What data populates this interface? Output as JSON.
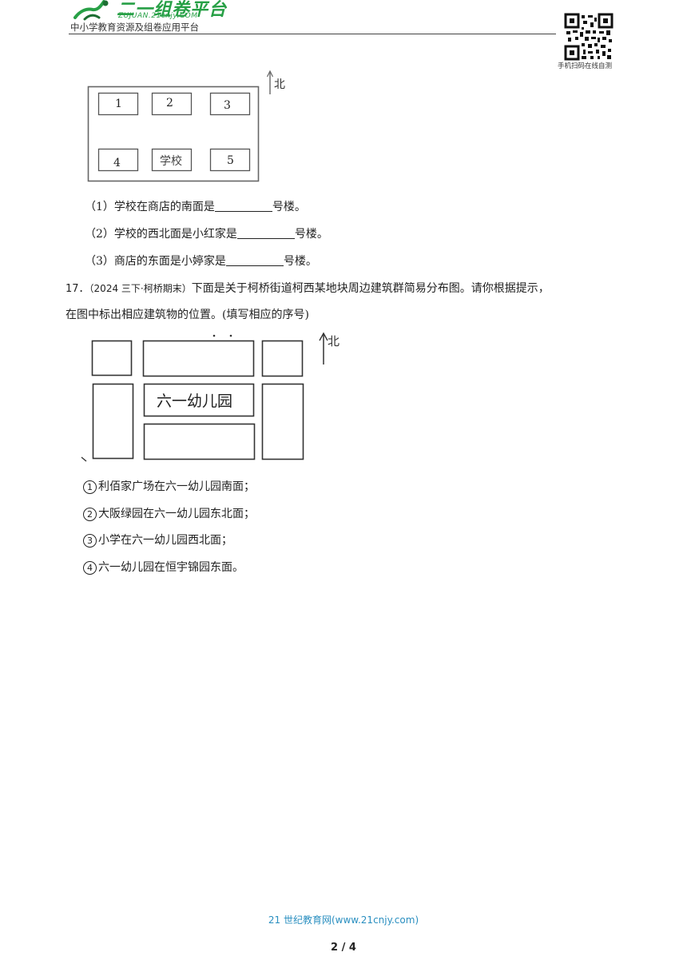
{
  "header": {
    "logo_title": "二一组卷平台",
    "logo_url": "ZUJUAN.21cnjy.COM",
    "tagline": "中小学教育资源及组卷应用平台",
    "qr_caption": "手机扫码在线自测",
    "qr_icon": "qr-code-icon"
  },
  "map1": {
    "north": "北",
    "boxes": [
      "1",
      "2",
      "3",
      "4",
      "学校",
      "5"
    ]
  },
  "q16": {
    "items": [
      {
        "before": "（1）学校在商店的南面是",
        "after": "号楼。"
      },
      {
        "before": "（2）学校的西北面是小红家是",
        "after": "号楼。"
      },
      {
        "before": "（3）商店的东面是小婷家是",
        "after": "号楼。"
      }
    ]
  },
  "q17": {
    "number": "17．",
    "source": "（2024 三下·柯桥期末）",
    "line1": "下面是关于柯桥街道柯西某地块周边建筑群简易分布图。请你根据提示，",
    "line2": "在图中标出相应建筑物的位置。(填写相应的序号)",
    "map": {
      "north": "北",
      "center_label": "六一幼儿园"
    },
    "hints": [
      {
        "mark": "1",
        "text": "利佰家广场在六一幼儿园南面；"
      },
      {
        "mark": "2",
        "text": "大阪绿园在六一幼儿园东北面；"
      },
      {
        "mark": "3",
        "text": "小学在六一幼儿园西北面；"
      },
      {
        "mark": "4",
        "text": "六一幼儿园在恒宇锦园东面。"
      }
    ]
  },
  "footer": {
    "link": "21 世纪教育网(www.21cnjy.com)",
    "page": "2 / 4"
  }
}
